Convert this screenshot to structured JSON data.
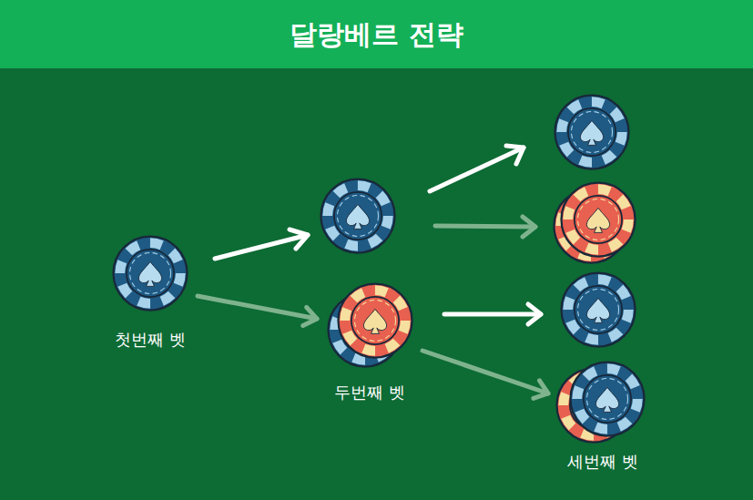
{
  "diagram": {
    "title": "달랑베르 전략",
    "nodes": [
      {
        "text": [
          "첫번째 벳"
        ]
      },
      {
        "text": [
          "두번째 벳"
        ]
      },
      {
        "text": [
          "세번째 벳"
        ]
      }
    ],
    "edges": [
      {
        "from": 0,
        "to": 1,
        "arrow": "to"
      },
      {
        "from": 1,
        "to": 2,
        "arrow": "to"
      }
    ]
  }
}
